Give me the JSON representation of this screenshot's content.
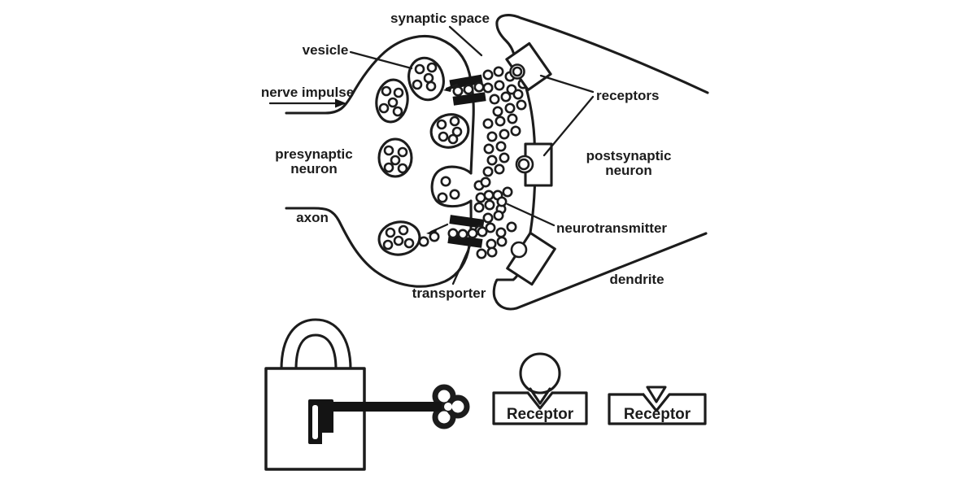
{
  "synapse": {
    "labels": {
      "synaptic_space": "synaptic space",
      "vesicle": "vesicle",
      "nerve_impulse": "nerve impulse",
      "presynaptic_line1": "presynaptic",
      "presynaptic_line2": "neuron",
      "axon": "axon",
      "transporter": "transporter",
      "receptors": "receptors",
      "postsynaptic_line1": "postsynaptic",
      "postsynaptic_line2": "neuron",
      "neurotransmitter": "neurotransmitter",
      "dendrite": "dendrite"
    }
  },
  "lock_key_analogy": {
    "receptor_left_label": "Receptor",
    "receptor_right_label": "Receptor"
  },
  "colors": {
    "ink": "#1c1c1c",
    "background": "#ffffff"
  }
}
